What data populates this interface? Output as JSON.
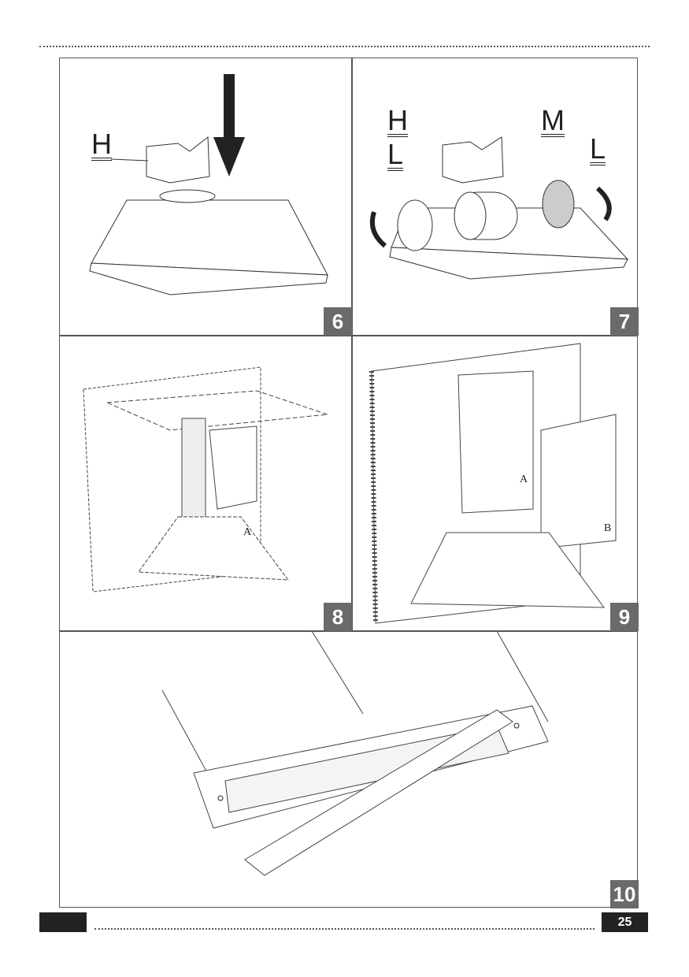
{
  "figures": [
    {
      "number": "6",
      "labels": [
        "H"
      ]
    },
    {
      "number": "7",
      "labels": [
        "H",
        "L",
        "M",
        "L"
      ]
    },
    {
      "number": "8",
      "labels": [
        "A"
      ]
    },
    {
      "number": "9",
      "labels": [
        "A",
        "B"
      ]
    },
    {
      "number": "10",
      "labels": []
    }
  ],
  "page_number": "25"
}
